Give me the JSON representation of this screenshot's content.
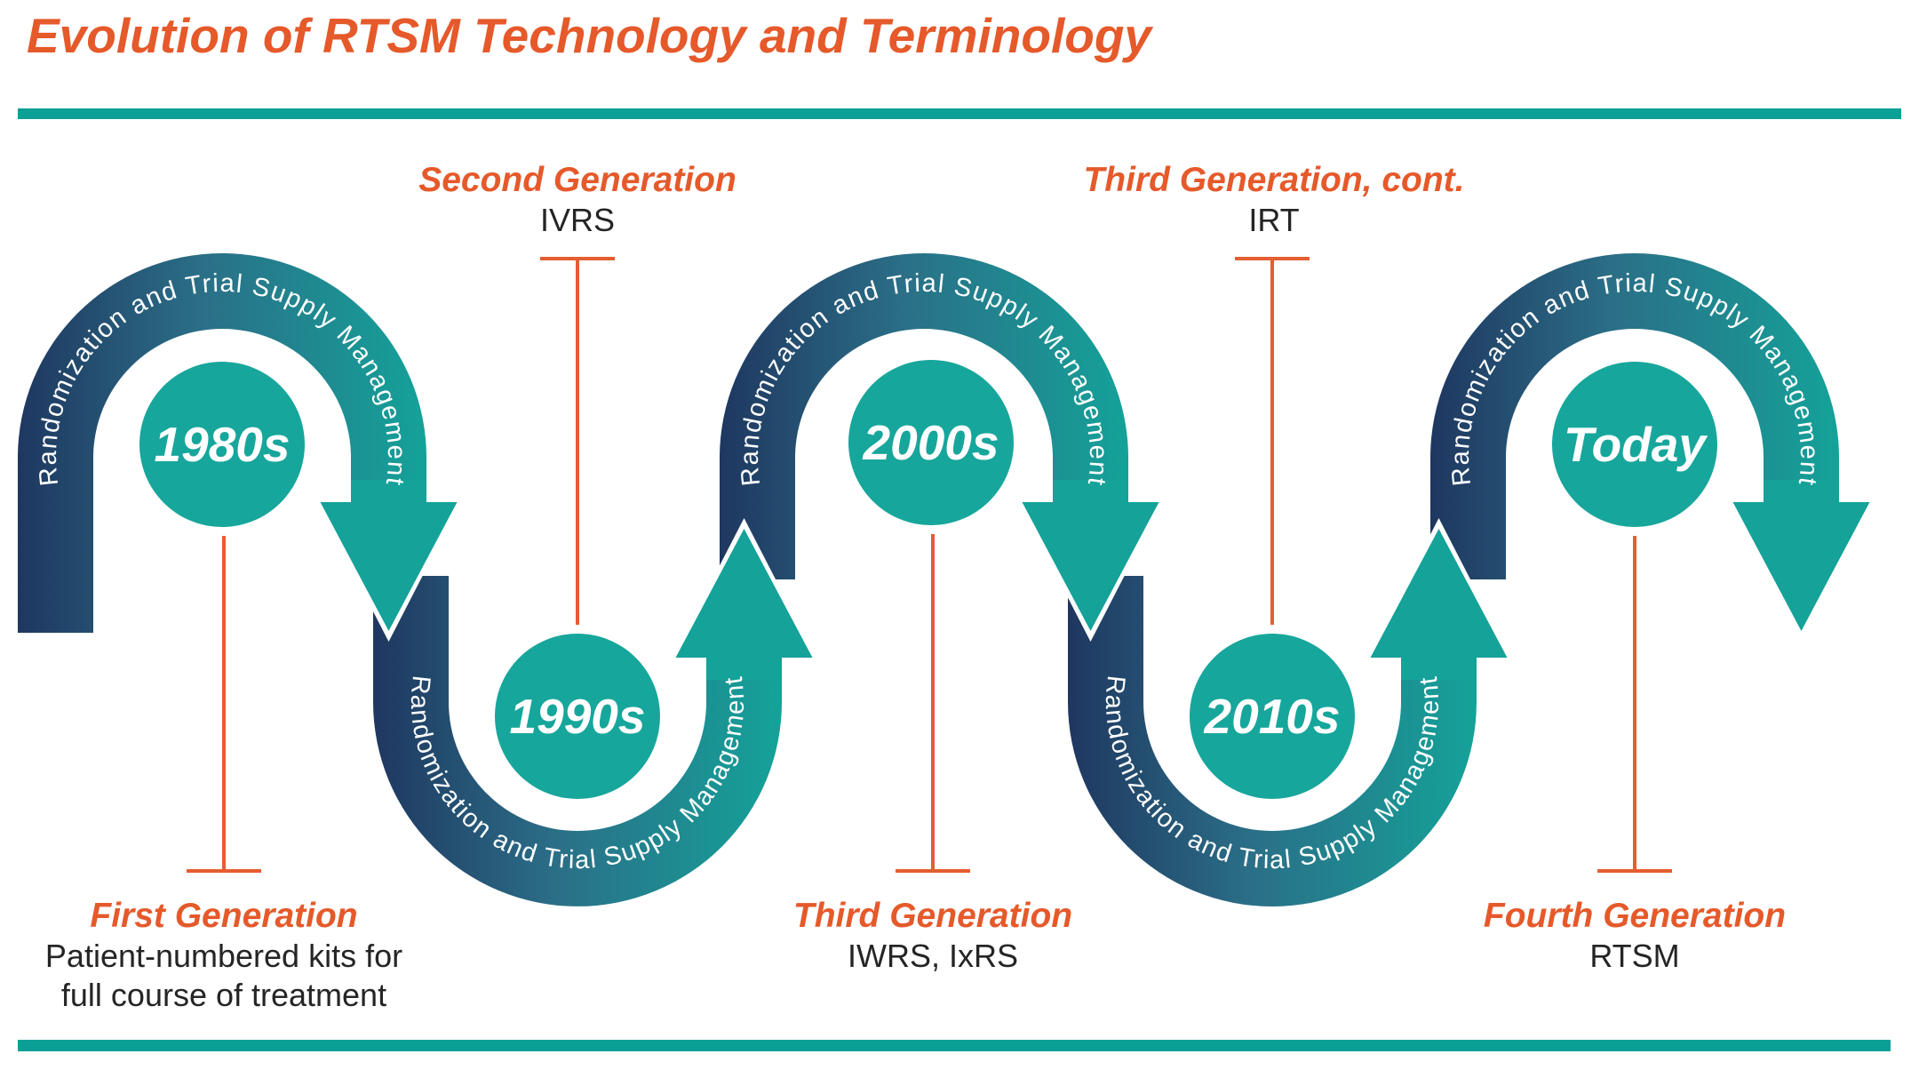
{
  "header": {
    "title": "Evolution of RTSM Technology and Terminology"
  },
  "ribbon": {
    "text": "Randomization and Trial Supply Management"
  },
  "timeline": {
    "nodes": [
      {
        "era": "1980s",
        "label": "First Generation",
        "details": [
          "Patient-numbered kits for",
          "full course of treatment"
        ],
        "label_position": "below"
      },
      {
        "era": "1990s",
        "label": "Second Generation",
        "details": [
          "IVRS"
        ],
        "label_position": "above"
      },
      {
        "era": "2000s",
        "label": "Third Generation",
        "details": [
          "IWRS, IxRS"
        ],
        "label_position": "below"
      },
      {
        "era": "2010s",
        "label": "Third Generation, cont.",
        "details": [
          "IRT"
        ],
        "label_position": "above"
      },
      {
        "era": "Today",
        "label": "Fourth Generation",
        "details": [
          "RTSM"
        ],
        "label_position": "below"
      }
    ]
  },
  "colors": {
    "accent_orange": "#E5592A",
    "callout_orange": "#E45E31",
    "navy": "#1F3760",
    "teal": "#14A299",
    "circle_teal": "#17A69B",
    "rule_teal": "#0BA096",
    "detail_text": "#252525"
  }
}
